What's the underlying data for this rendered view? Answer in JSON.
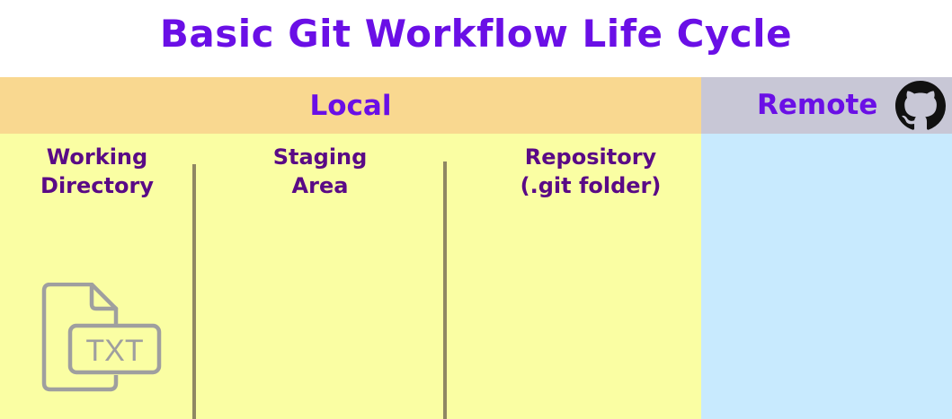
{
  "title": "Basic Git Workflow Life Cycle",
  "local": {
    "label": "Local"
  },
  "remote": {
    "label": "Remote",
    "icon": "github-icon"
  },
  "stages": [
    {
      "label": "Working\nDirectory"
    },
    {
      "label": "Staging\nArea"
    },
    {
      "label": "Repository\n(.git folder)"
    }
  ],
  "file_icon": {
    "name": "txt-file-icon",
    "text": "TXT"
  },
  "colors": {
    "title": "#6a0fe6",
    "header_text": "#6a0fe6",
    "stage_text": "#5a0a86",
    "local_header_bg": "#f9d890",
    "remote_header_bg": "#c8c7d6",
    "local_body_bg": "#fafea3",
    "remote_body_bg": "#c8eafe",
    "icon_gray": "#9f9f9f",
    "github_icon": "#111111"
  }
}
